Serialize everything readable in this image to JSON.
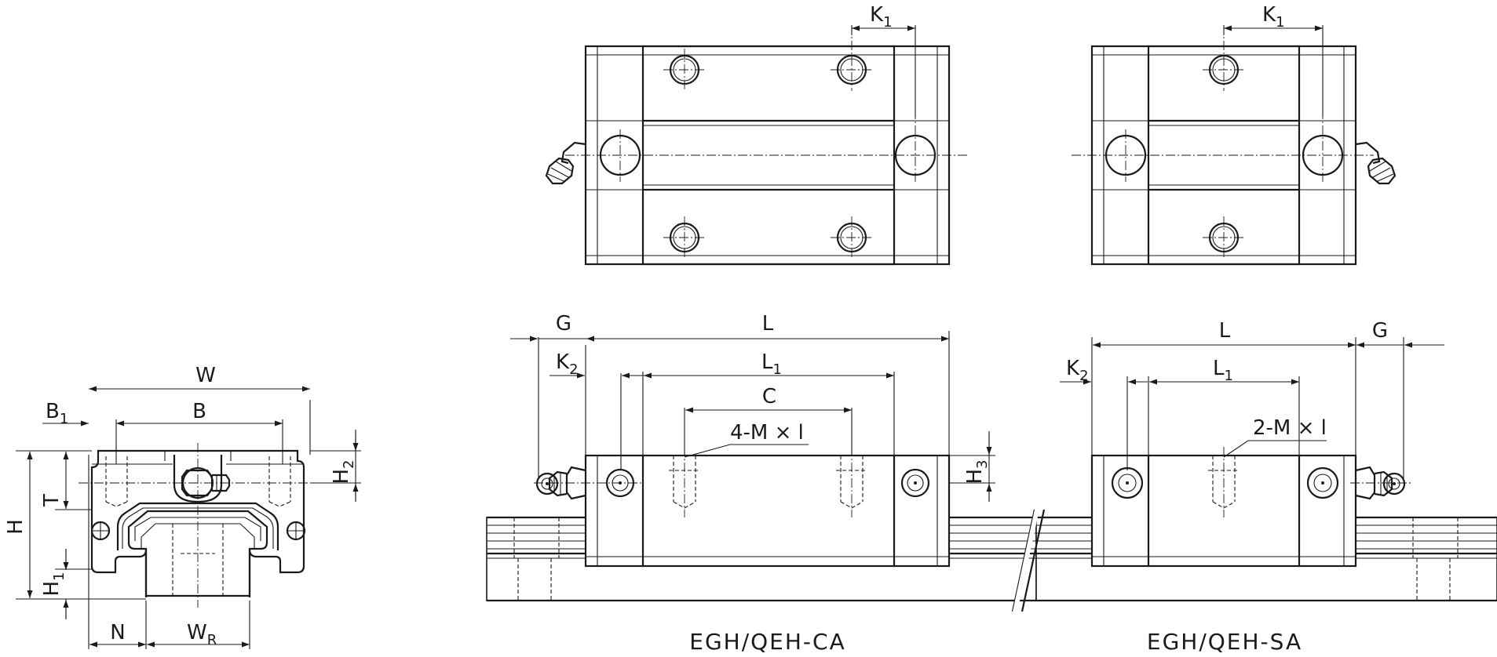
{
  "labels": {
    "W": "W",
    "B1": "B",
    "B1_sub": "1",
    "B": "B",
    "H": "H",
    "H1": "H",
    "H1_sub": "1",
    "H2": "H",
    "H2_sub": "2",
    "T": "T",
    "N": "N",
    "WR": "W",
    "WR_sub": "R",
    "K1": "K",
    "K1_sub": "1",
    "G": "G",
    "L": "L",
    "K2": "K",
    "K2_sub": "2",
    "L1": "L",
    "L1_sub": "1",
    "C": "C",
    "H3": "H",
    "H3_sub": "3",
    "holes_4": "4-M × l",
    "holes_2": "2-M × l"
  },
  "captions": {
    "ca": "EGH/QEH-CA",
    "sa": "EGH/QEH-SA"
  },
  "colors": {
    "line": "#1a1a1a",
    "background": "#ffffff"
  }
}
